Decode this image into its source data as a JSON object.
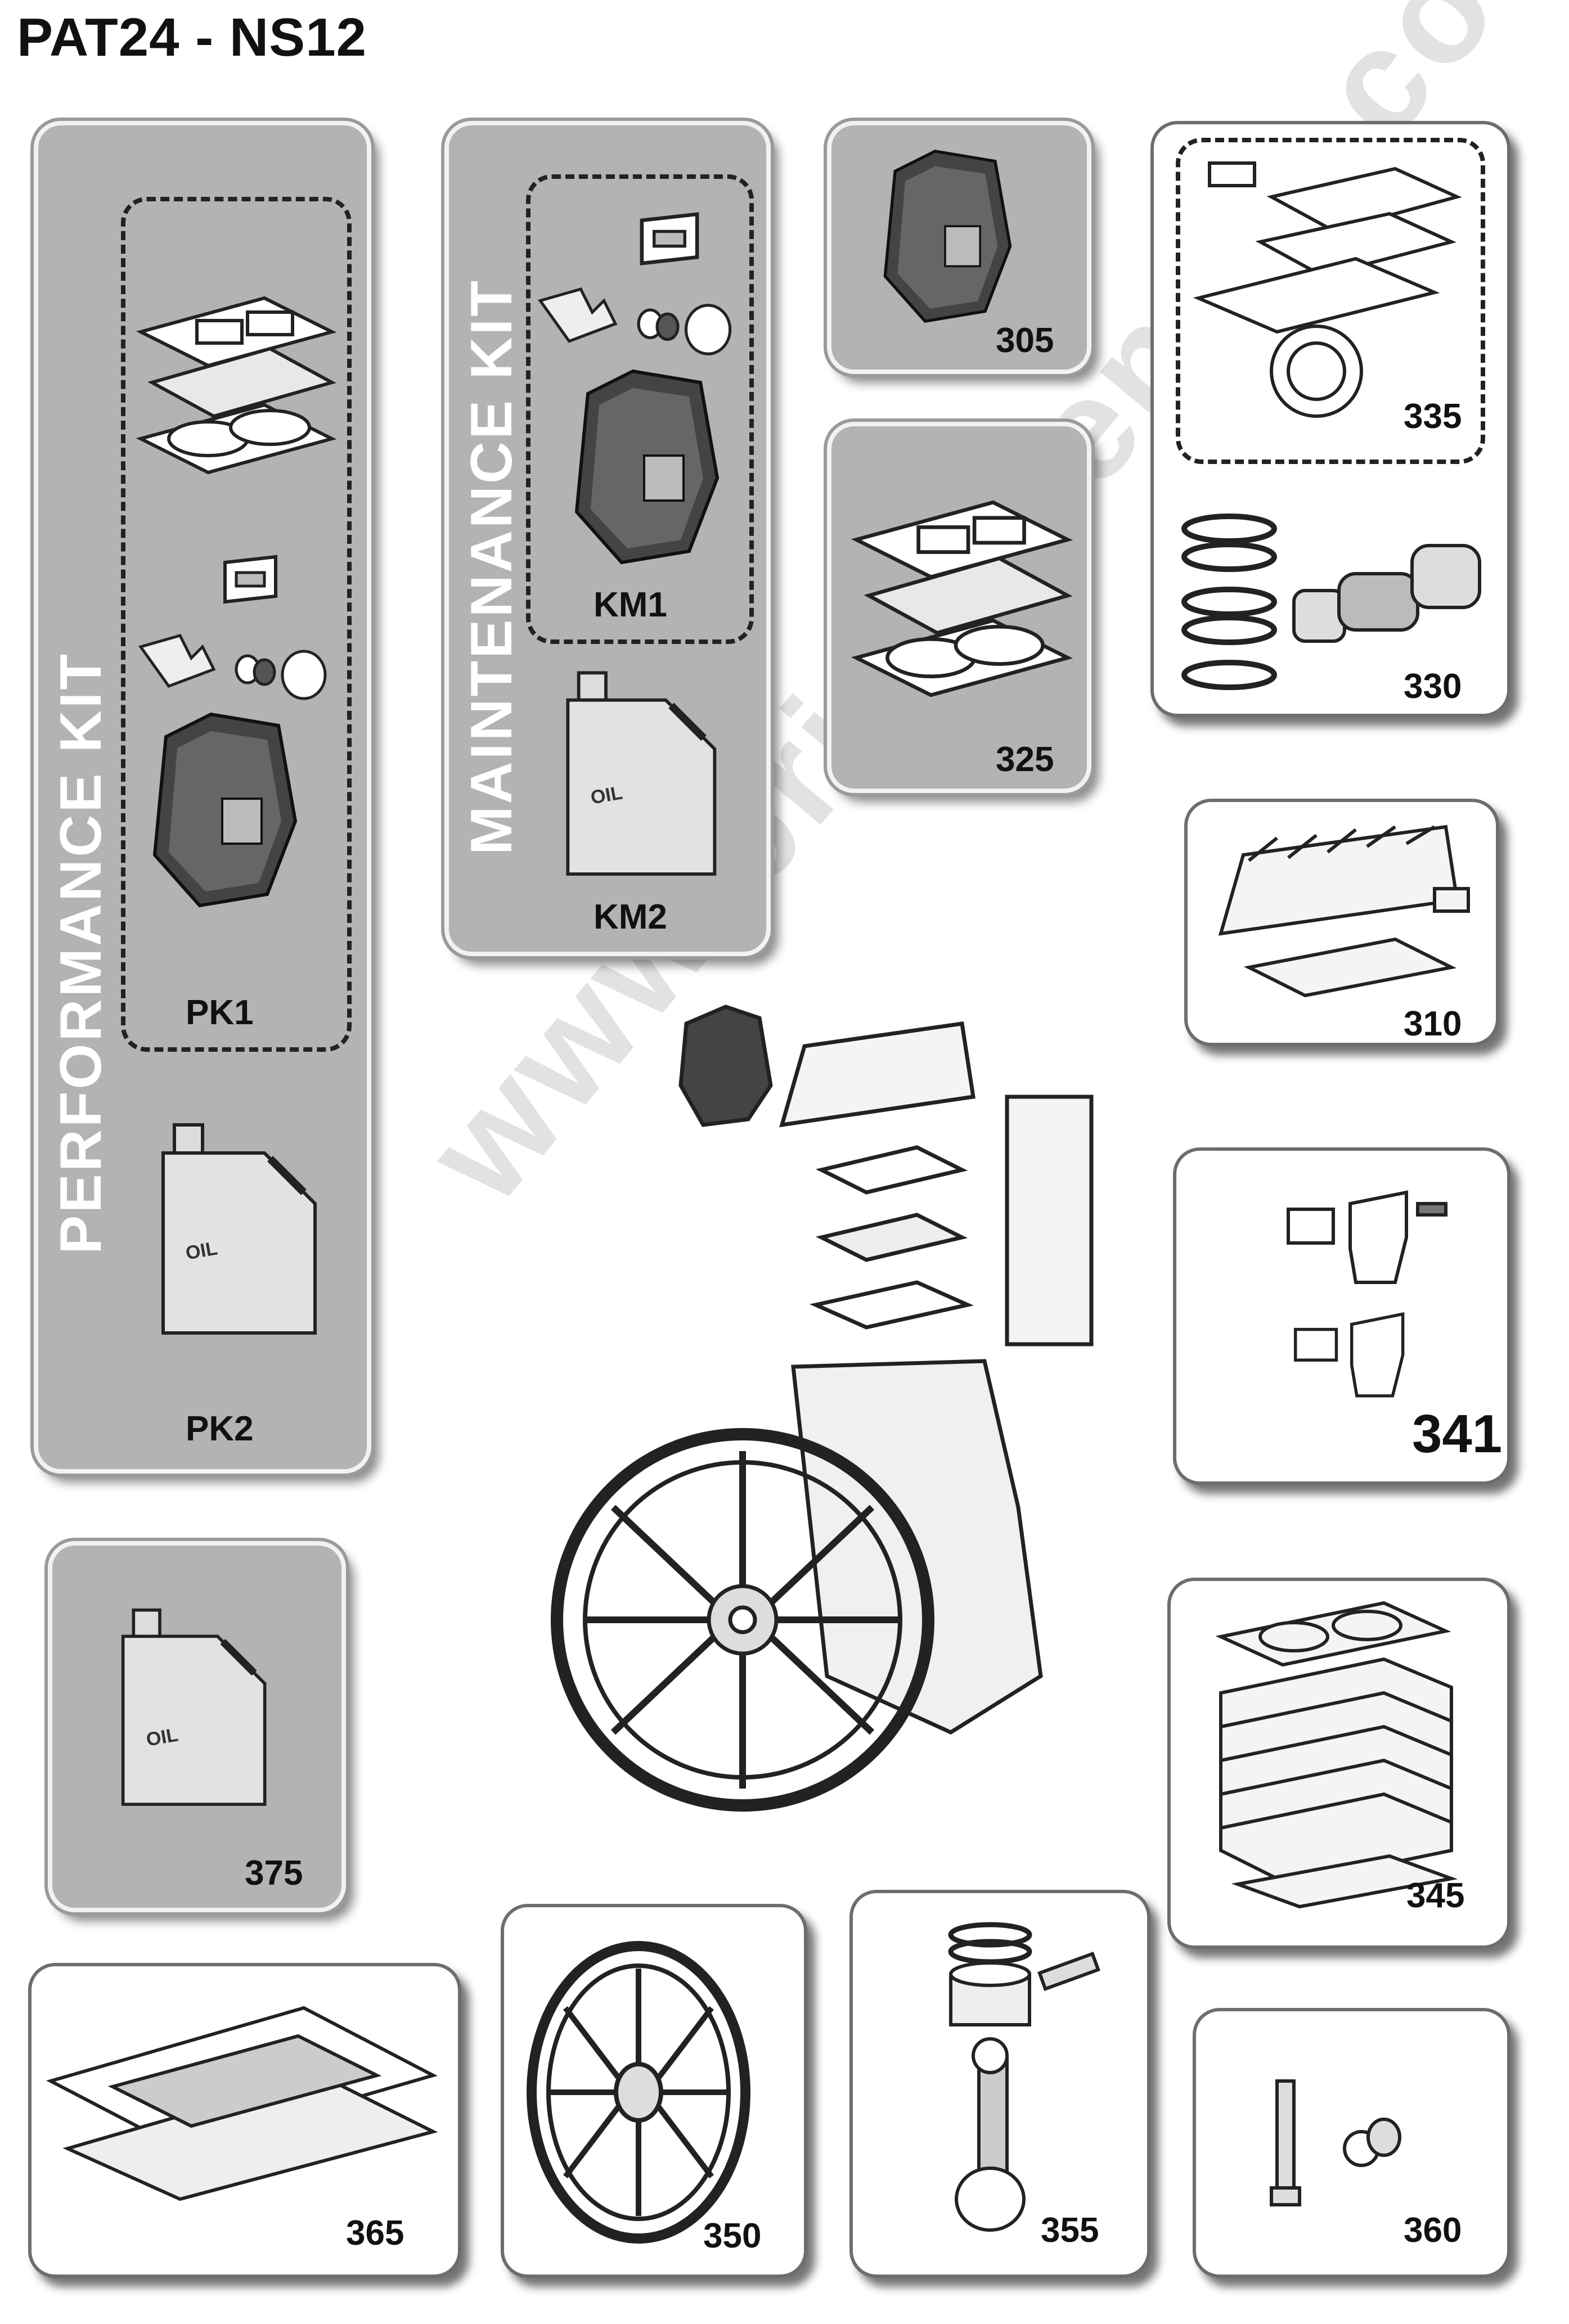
{
  "title": "PAT24 - NS12",
  "panels": {
    "performance_kit": {
      "label": "PERFORMANCE  KIT",
      "pk1": "PK1",
      "pk2": "PK2",
      "oil": "OIL"
    },
    "maintenance_kit": {
      "label": "MAINTENANCE KIT",
      "km1": "KM1",
      "km2": "KM2",
      "oil": "OIL"
    },
    "p305": "305",
    "p335": "335",
    "p330": "330",
    "p325": "325",
    "p310": "310",
    "p341": "341",
    "p375": {
      "code": "375",
      "oil": "OIL"
    },
    "p345": "345",
    "p365": "365",
    "p350": "350",
    "p355": "355",
    "p360": "360"
  },
  "watermark": "www.bricoutensili.com"
}
